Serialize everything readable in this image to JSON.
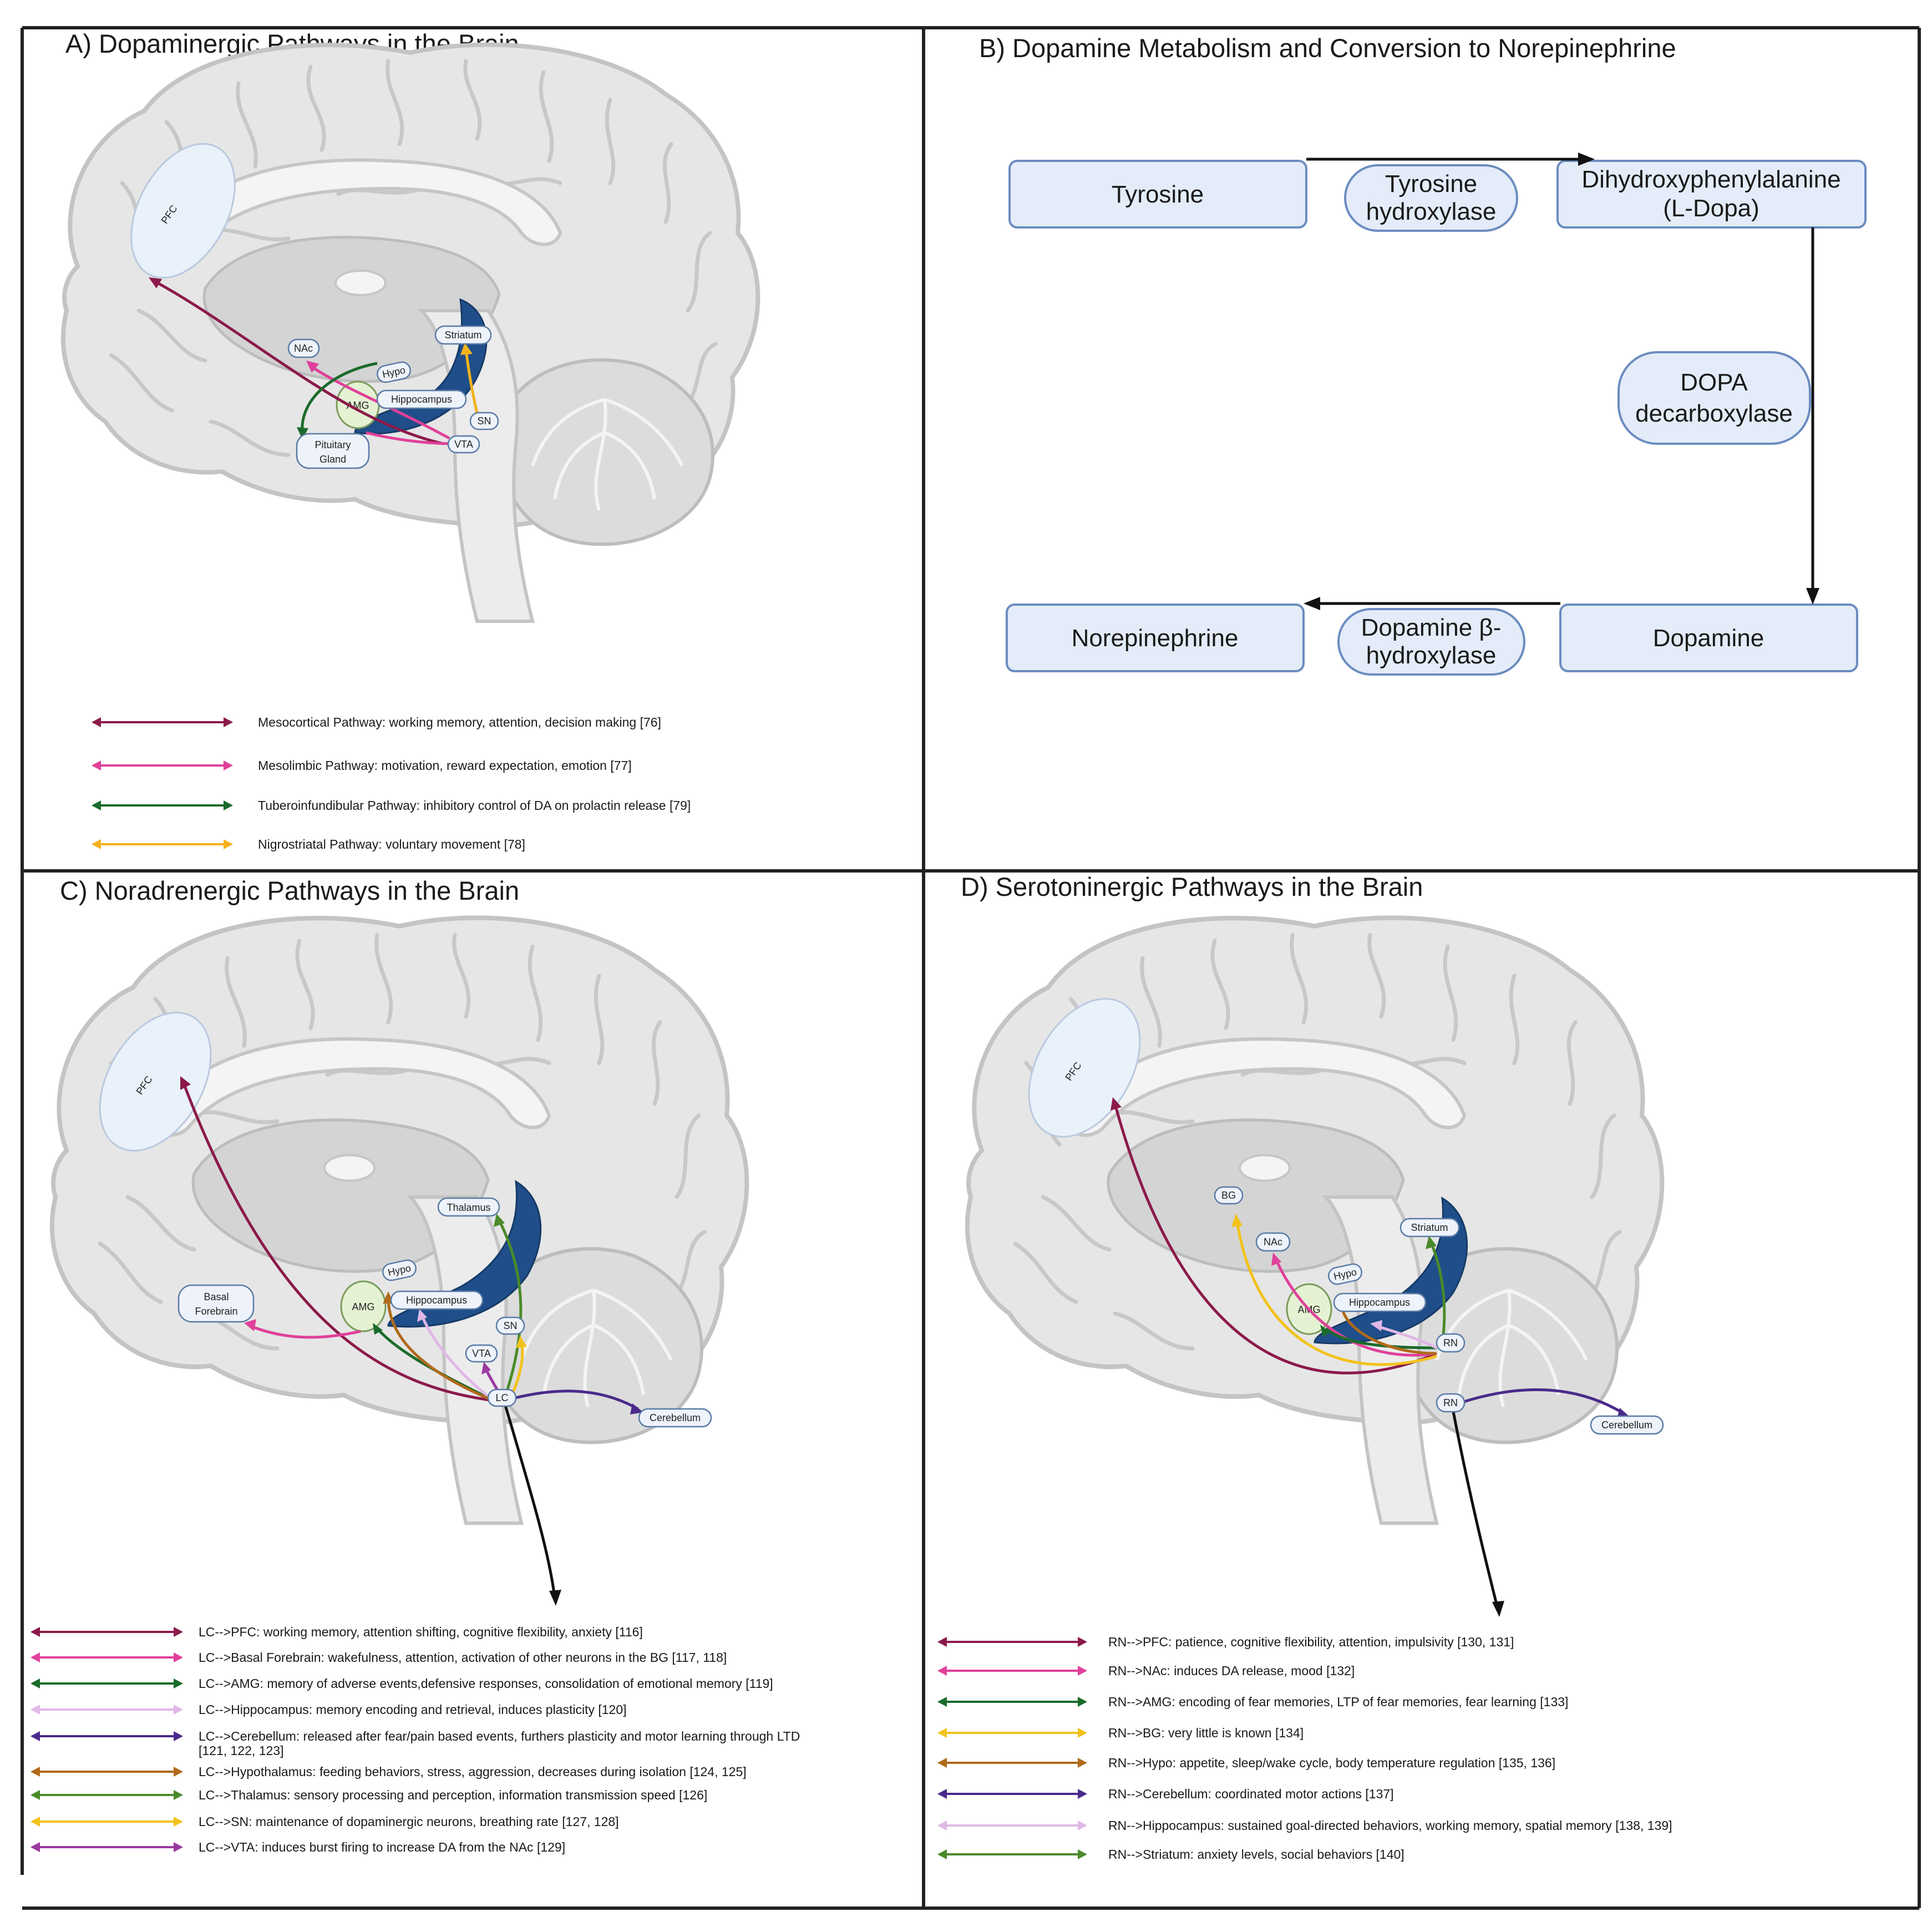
{
  "panels": {
    "a": {
      "title": "A) Dopaminergic Pathways in the Brain",
      "labels": {
        "pfc": "PFC",
        "nac": "NAc",
        "hypo": "Hypo",
        "striatum": "Striatum",
        "amg": "AMG",
        "hippocampus": "Hippocampus",
        "sn": "SN",
        "vta": "VTA",
        "pituitary_1": "Pituitary",
        "pituitary_2": "Gland"
      },
      "legend": [
        {
          "text": "Mesocortical Pathway: working memory, attention, decision making [76]",
          "color": "#8b1a4a"
        },
        {
          "text": "Mesolimbic Pathway: motivation, reward expectation, emotion [77]",
          "color": "#e0409a"
        },
        {
          "text": "Tuberoinfundibular Pathway: inhibitory control of DA on prolactin release [79]",
          "color": "#1a6b2a"
        },
        {
          "text": "Nigrostriatal Pathway: voluntary movement [78]",
          "color": "#f2b21c"
        }
      ]
    },
    "b": {
      "title": "B) Dopamine Metabolism and Conversion to Norepinephrine",
      "tyrosine": "Tyrosine",
      "th_1": "Tyrosine",
      "th_2": "hydroxylase",
      "ldopa_1": "Dihydroxyphenylalanine",
      "ldopa_2": "(L-Dopa)",
      "ddc_1": "DOPA",
      "ddc_2": "decarboxylase",
      "dopamine": "Dopamine",
      "dbh_1": "Dopamine β-",
      "dbh_2": "hydroxylase",
      "norepinephrine": "Norepinephrine"
    },
    "c": {
      "title": "C) Noradrenergic Pathways in the Brain",
      "labels": {
        "pfc": "PFC",
        "basal_1": "Basal",
        "basal_2": "Forebrain",
        "thalamus": "Thalamus",
        "hypo": "Hypo",
        "amg": "AMG",
        "hippocampus": "Hippocampus",
        "sn": "SN",
        "vta": "VTA",
        "lc": "LC",
        "cerebellum": "Cerebellum"
      },
      "legend": [
        {
          "text": "LC-->PFC: working memory, attention shifting, cognitive flexibility, anxiety [116]",
          "color": "#8b1a4a"
        },
        {
          "text": "LC-->Basal Forebrain: wakefulness, attention, activation of other neurons in the BG [117, 118]",
          "color": "#e0409a"
        },
        {
          "text": "LC-->AMG:  memory of adverse events,defensive responses, consolidation of emotional memory [119]",
          "color": "#1a6b2a"
        },
        {
          "text": "LC-->Hippocampus: memory encoding and retrieval, induces plasticity [120]",
          "color": "#e0b8e6"
        },
        {
          "text": "LC-->Cerebellum: released after fear/pain based events, furthers plasticity and motor learning through LTD",
          "color": "#4a2a8a"
        },
        {
          "text": "[121, 122, 123]",
          "color": ""
        },
        {
          "text": "LC-->Hypothalamus: feeding behaviors, stress, aggression, decreases during isolation [124, 125]",
          "color": "#b06a1a"
        },
        {
          "text": "LC-->Thalamus: sensory processing and perception, information transmission speed [126]",
          "color": "#4a8a2a"
        },
        {
          "text": "LC-->SN: maintenance of dopaminergic neurons, breathing rate [127, 128]",
          "color": "#f2c21c"
        },
        {
          "text": "LC-->VTA: induces burst firing to increase DA from the NAc [129]",
          "color": "#9a3aa0"
        }
      ]
    },
    "d": {
      "title": "D) Serotoninergic Pathways in the Brain",
      "labels": {
        "pfc": "PFC",
        "bg": "BG",
        "nac": "NAc",
        "striatum": "Striatum",
        "hypo": "Hypo",
        "amg": "AMG",
        "hippocampus": "Hippocampus",
        "rn_top": "RN",
        "rn_bottom": "RN",
        "cerebellum": "Cerebellum"
      },
      "legend": [
        {
          "text": "RN-->PFC: patience, cognitive flexibility, attention, impulsivity [130, 131]",
          "color": "#8b1a4a"
        },
        {
          "text": "RN-->NAc: induces DA release, mood [132]",
          "color": "#e0409a"
        },
        {
          "text": "RN-->AMG: encoding of fear memories, LTP of fear memories, fear learning [133]",
          "color": "#1a6b2a"
        },
        {
          "text": "RN-->BG: very little is known [134]",
          "color": "#f2c21c"
        },
        {
          "text": "RN-->Hypo: appetite, sleep/wake cycle, body temperature regulation [135, 136]",
          "color": "#b06a1a"
        },
        {
          "text": "RN-->Cerebellum: coordinated motor actions [137]",
          "color": "#4a2a8a"
        },
        {
          "text": "RN-->Hippocampus: sustained goal-directed behaviors, working memory, spatial memory [138, 139]",
          "color": "#e0b8e6"
        },
        {
          "text": "RN-->Striatum: anxiety levels, social behaviors [140]",
          "color": "#4a8a2a"
        }
      ]
    }
  }
}
